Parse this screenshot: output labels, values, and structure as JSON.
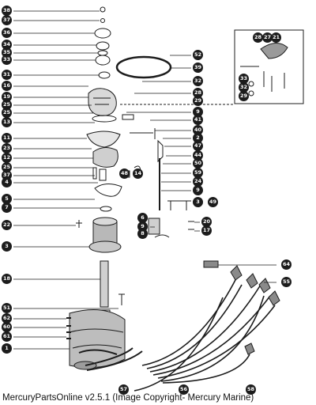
{
  "diagram": {
    "colors": {
      "ink": "#1c1c1c",
      "metal": "#8a8a8a",
      "shade": "#5a5a5a",
      "paper": "#ffffff"
    },
    "callouts": [
      "38",
      "37",
      "36",
      "34",
      "35",
      "33",
      "52",
      "39",
      "31",
      "32",
      "16",
      "28",
      "19",
      "29",
      "25",
      "25",
      "9",
      "41",
      "40",
      "2",
      "13",
      "47",
      "44",
      "50",
      "59",
      "11",
      "23",
      "24",
      "12",
      "9",
      "25",
      "3",
      "37",
      "4",
      "5",
      "7",
      "6",
      "9",
      "8",
      "20",
      "17",
      "3",
      "22",
      "14",
      "48",
      "49",
      "18",
      "51",
      "62",
      "60",
      "61",
      "64",
      "1",
      "56",
      "57",
      "55",
      "58",
      "28",
      "27",
      "21",
      "33",
      "32",
      "29"
    ],
    "footer": "MercuryPartsOnline v2.5.1 (Image Copyright- Mercury Marine)"
  }
}
